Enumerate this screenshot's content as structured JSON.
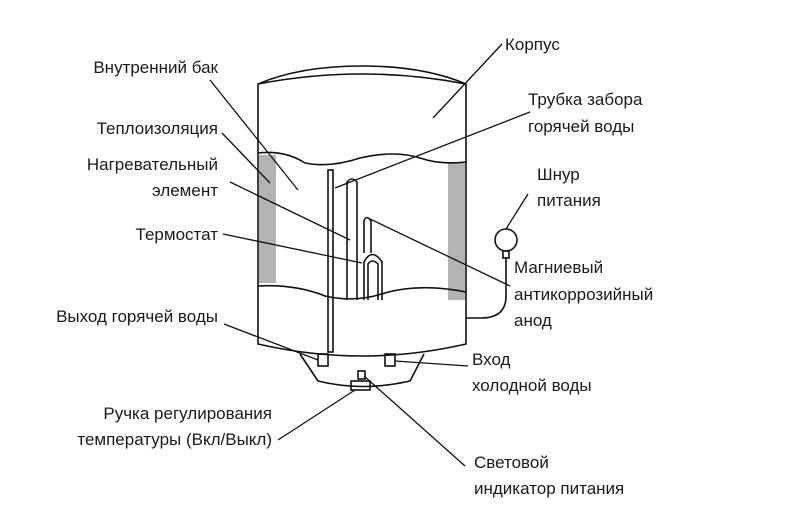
{
  "labels": {
    "korpus": "Корпус",
    "inner_tank": "Внутренний бак",
    "insulation": "Теплоизоляция",
    "heater_1": "Нагревательный",
    "heater_2": "элемент",
    "thermostat": "Термостат",
    "hot_out": "Выход горячей воды",
    "knob_1": "Ручка регулирования",
    "knob_2": "температуры (Вкл/Выкл)",
    "tube_1": "Трубка забора",
    "tube_2": "горячей воды",
    "cord_1": "Шнур",
    "cord_2": "питания",
    "anode_1": "Магниевый",
    "anode_2": "антикоррозийный",
    "anode_3": "анод",
    "cold_in_1": "Вход",
    "cold_in_2": "холодной воды",
    "indicator_1": "Световой",
    "indicator_2": "индикатор питания"
  },
  "colors": {
    "line": "#111111",
    "insulation": "#b3b3b3",
    "text": "#1a1a1a",
    "background": "#ffffff"
  }
}
